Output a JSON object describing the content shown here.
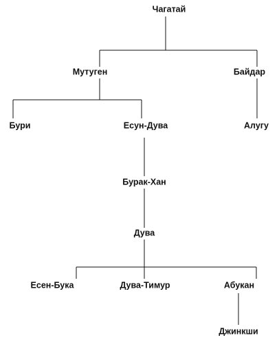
{
  "tree": {
    "root": "Чагатай",
    "gen1": {
      "left": "Мутуген",
      "right": "Байдар"
    },
    "gen2": {
      "buri": "Бури",
      "esun_duva": "Есун-Дува",
      "alugu": "Алугу"
    },
    "gen3": {
      "burak_khan": "Бурак-Хан"
    },
    "gen4": {
      "duva": "Дува"
    },
    "gen5": {
      "esen_buka": "Есен-Бука",
      "duva_timur": "Дува-Тимур",
      "abukan": "Абукан"
    },
    "gen6": {
      "dzhinkshi": "Джинкши"
    }
  }
}
